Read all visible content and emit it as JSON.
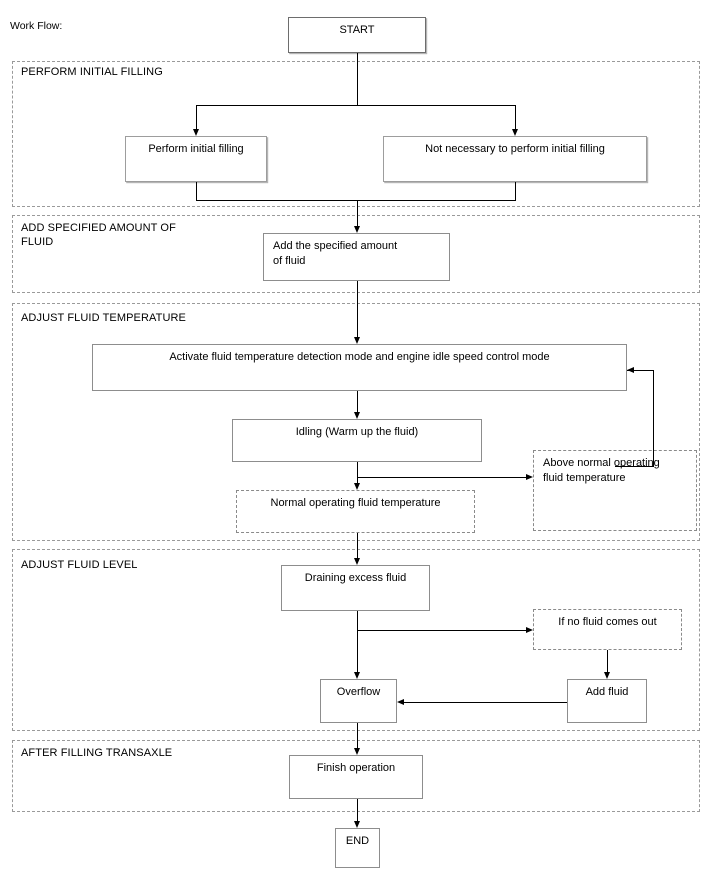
{
  "diagram": {
    "caption": "Work Flow:",
    "start_label": "START",
    "end_label": "END",
    "colors": {
      "line": "#000000",
      "box_border": "#9d9d9d",
      "panel_border": "#9a9a9a",
      "background": "#ffffff"
    },
    "panels": [
      {
        "id": "perform-initial-filling",
        "title": "PERFORM INITIAL FILLING"
      },
      {
        "id": "add-specified-amount-of-fluid",
        "title": "ADD SPECIFIED AMOUNT OF\nFLUID",
        "title_line1": "ADD SPECIFIED AMOUNT OF",
        "title_line2": "FLUID"
      },
      {
        "id": "adjust-fluid-temperature",
        "title": "ADJUST FLUID TEMPERATURE"
      },
      {
        "id": "adjust-fluid-level",
        "title": "ADJUST FLUID LEVEL"
      },
      {
        "id": "after-filling-transaxle",
        "title": "AFTER FILLING TRANSAXLE"
      }
    ],
    "nodes": {
      "start": "START",
      "perform_initial_filling": "Perform initial filling",
      "not_necessary": "Not necessary to perform initial filling",
      "add_specified_amount_line1": "Add the specified amount",
      "add_specified_amount_line2": "of fluid",
      "activate_mode": "Activate fluid temperature detection mode and engine idle speed control mode",
      "idling": "Idling (Warm up the fluid)",
      "above_normal_line1": "Above normal operating",
      "above_normal_line2": "fluid temperature",
      "normal_operating": "Normal operating fluid temperature",
      "draining_excess": "Draining excess fluid",
      "if_no_fluid": "If no fluid comes out",
      "overflow": "Overflow",
      "add_fluid": "Add fluid",
      "finish_operation": "Finish operation",
      "end": "END"
    }
  },
  "chart_data": {
    "type": "flowchart",
    "title": "Work Flow:",
    "groups": [
      {
        "name": "PERFORM INITIAL FILLING",
        "nodes": [
          "Perform initial filling",
          "Not necessary to perform initial filling"
        ]
      },
      {
        "name": "ADD SPECIFIED AMOUNT OF FLUID",
        "nodes": [
          "Add the specified amount of fluid"
        ]
      },
      {
        "name": "ADJUST FLUID TEMPERATURE",
        "nodes": [
          "Activate fluid temperature detection mode and engine idle speed control mode",
          "Idling (Warm up the fluid)",
          "Normal operating fluid temperature",
          "Above normal operating fluid temperature"
        ]
      },
      {
        "name": "ADJUST FLUID LEVEL",
        "nodes": [
          "Draining excess fluid",
          "If no fluid comes out",
          "Overflow",
          "Add fluid"
        ]
      },
      {
        "name": "AFTER FILLING TRANSAXLE",
        "nodes": [
          "Finish operation"
        ]
      }
    ],
    "edges": [
      {
        "from": "START",
        "to": "Perform initial filling"
      },
      {
        "from": "START",
        "to": "Not necessary to perform initial filling"
      },
      {
        "from": "Perform initial filling",
        "to": "Add the specified amount of fluid"
      },
      {
        "from": "Not necessary to perform initial filling",
        "to": "Add the specified amount of fluid"
      },
      {
        "from": "Add the specified amount of fluid",
        "to": "Activate fluid temperature detection mode and engine idle speed control mode"
      },
      {
        "from": "Activate fluid temperature detection mode and engine idle speed control mode",
        "to": "Idling (Warm up the fluid)"
      },
      {
        "from": "Idling (Warm up the fluid)",
        "to": "Normal operating fluid temperature"
      },
      {
        "from": "Idling (Warm up the fluid)",
        "to": "Above normal operating fluid temperature"
      },
      {
        "from": "Above normal operating fluid temperature",
        "to": "Activate fluid temperature detection mode and engine idle speed control mode"
      },
      {
        "from": "Normal operating fluid temperature",
        "to": "Draining excess fluid"
      },
      {
        "from": "Draining excess fluid",
        "to": "Overflow"
      },
      {
        "from": "Draining excess fluid",
        "to": "If no fluid comes out"
      },
      {
        "from": "If no fluid comes out",
        "to": "Add fluid"
      },
      {
        "from": "Add fluid",
        "to": "Overflow"
      },
      {
        "from": "Overflow",
        "to": "Finish operation"
      },
      {
        "from": "Finish operation",
        "to": "END"
      }
    ]
  }
}
